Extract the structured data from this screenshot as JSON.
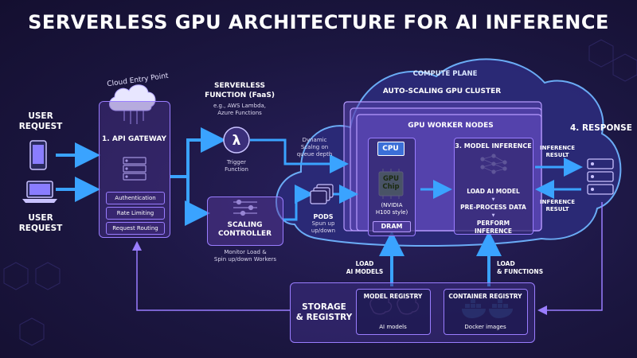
{
  "title": "SERVERLESS GPU ARCHITECTURE FOR AI INFERENCE",
  "users": {
    "label_top": [
      "USER",
      "REQUEST"
    ],
    "label_bottom": [
      "USER",
      "REQUEST"
    ]
  },
  "gateway": {
    "cloud_label": "Cloud Entry Point",
    "title": "1. API GATEWAY",
    "pills": [
      "Authentication",
      "Rate Limiting",
      "Request Routing"
    ]
  },
  "faas": {
    "title": [
      "SERVERLESS",
      "FUNCTION (FaaS)"
    ],
    "examples": [
      "e.g., AWS Lambda,",
      "Azure Functions"
    ],
    "caption": [
      "Trigger",
      "Function"
    ]
  },
  "scaling": {
    "title": [
      "SCALING",
      "CONTROLLER"
    ],
    "caption": [
      "Monitor Load &",
      "Spin up/down Workers"
    ]
  },
  "dynamic": [
    "Dynamic",
    "Scalng on",
    "queue depth"
  ],
  "pods": {
    "title": "PODS",
    "caption": [
      "Spun up",
      "up/down"
    ]
  },
  "compute": {
    "plane": "COMPUTE PLANE",
    "cluster": "AUTO-SCALING GPU CLUSTER",
    "workers": "GPU WORKER NODES",
    "cpu": "CPU",
    "gpu": [
      "GPU",
      "Chip"
    ],
    "gpu_note": [
      "(NVIDIA",
      "H100 style)"
    ],
    "dram": "DRAM"
  },
  "inference": {
    "title": "3. MODEL INFERENCE",
    "steps": [
      "LOAD AI MODEL",
      "PRE-PROCESS DATA",
      "PERFORM",
      "INFERENCE"
    ]
  },
  "response": {
    "title": "4. RESPONSE",
    "result_out": [
      "INFERENCE",
      "RESULT"
    ],
    "result_in": [
      "INFERENCE",
      "RESULT"
    ]
  },
  "load_models": [
    "LOAD",
    "AI MODELS"
  ],
  "load_functions": [
    "LOAD",
    "& FUNCTIONS"
  ],
  "storage": {
    "title": [
      "STORAGE",
      "& REGISTRY"
    ],
    "model_registry": "MODEL REGISTRY",
    "model_caption": "AI models",
    "container_registry": "CONTAINER REGISTRY",
    "container_caption": "Docker images"
  },
  "colors": {
    "accent": "#9a7dff",
    "arrow": "#3aa3ff",
    "background": "#1b1640"
  }
}
